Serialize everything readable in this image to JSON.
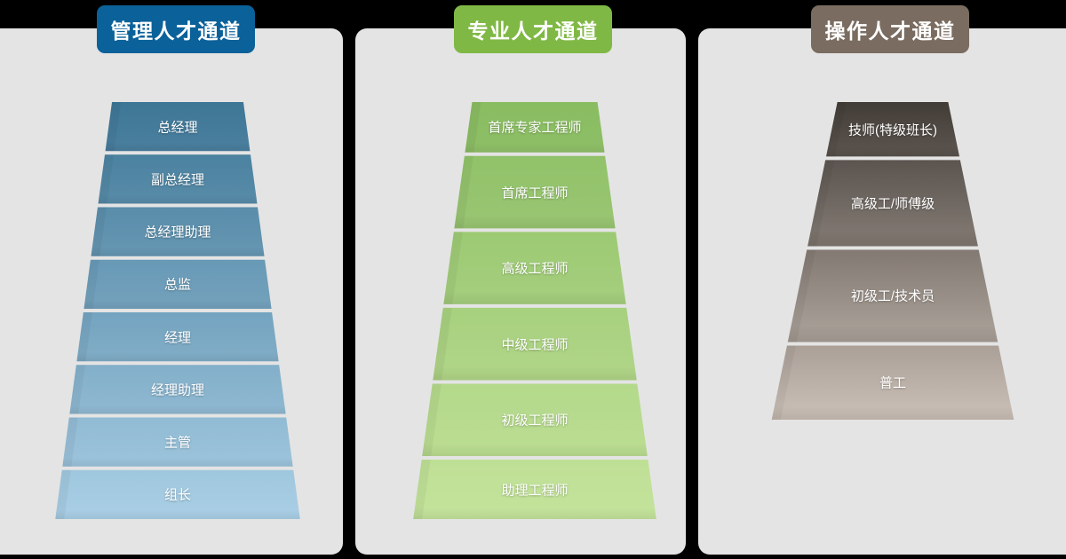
{
  "background_color": "#000000",
  "panel_color": "#e4e4e4",
  "columns": [
    {
      "id": "management",
      "badge_label": "管理人才通道",
      "badge_color": "#0b6199",
      "top_color": "#3c7493",
      "bottom_color": "#a8cde4",
      "levels": [
        {
          "label": "总经理"
        },
        {
          "label": "副总经理"
        },
        {
          "label": "总经理助理"
        },
        {
          "label": "总监"
        },
        {
          "label": "经理"
        },
        {
          "label": "经理助理"
        },
        {
          "label": "主管"
        },
        {
          "label": "组长"
        }
      ]
    },
    {
      "id": "professional",
      "badge_label": "专业人才通道",
      "badge_color": "#80b845",
      "top_color": "#86b95f",
      "bottom_color": "#c3e29a",
      "levels": [
        {
          "label": "首席专家工程师"
        },
        {
          "label": "首席工程师"
        },
        {
          "label": "高级工程师"
        },
        {
          "label": "中级工程师"
        },
        {
          "label": "初级工程师"
        },
        {
          "label": "助理工程师"
        }
      ]
    },
    {
      "id": "operation",
      "badge_label": "操作人才通道",
      "badge_color": "#7a6c60",
      "top_color": "#413b36",
      "bottom_color": "#c6bbb2",
      "levels": [
        {
          "label": "技师(特级班长)"
        },
        {
          "label": "高级工/师傅级"
        },
        {
          "label": "初级工/技术员"
        },
        {
          "label": "普工"
        }
      ]
    }
  ]
}
